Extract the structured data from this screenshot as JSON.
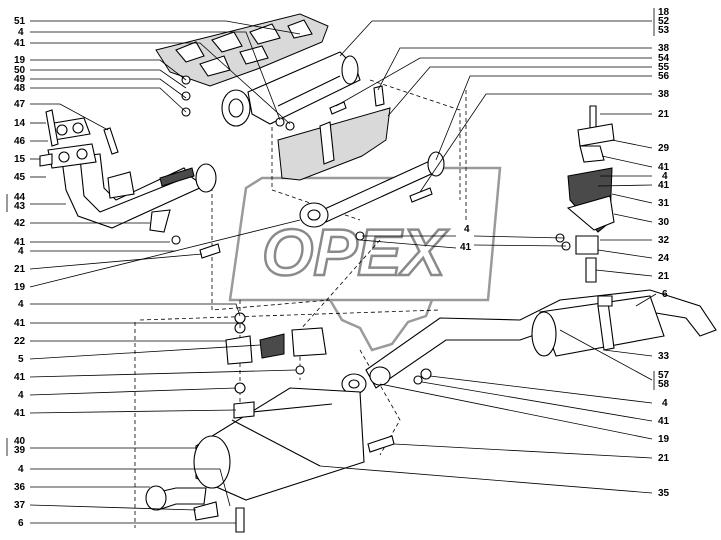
{
  "watermark_text": "OPEX",
  "callouts_left": [
    "51",
    "4",
    "41",
    "19",
    "50",
    "49",
    "48",
    "47",
    "14",
    "46",
    "15",
    "45",
    "44",
    "43",
    "42",
    "41",
    "4",
    "21",
    "19",
    "4",
    "41",
    "22",
    "5",
    "41",
    "4",
    "41",
    "40",
    "39",
    "4",
    "36",
    "37",
    "6"
  ],
  "callouts_right": [
    "18",
    "52",
    "53",
    "38",
    "54",
    "55",
    "56",
    "38",
    "21",
    "29",
    "41",
    "4",
    "41",
    "31",
    "30",
    "32",
    "24",
    "21",
    "6",
    "33",
    "57",
    "58",
    "4",
    "41",
    "19",
    "21",
    "35",
    "4",
    "41"
  ]
}
